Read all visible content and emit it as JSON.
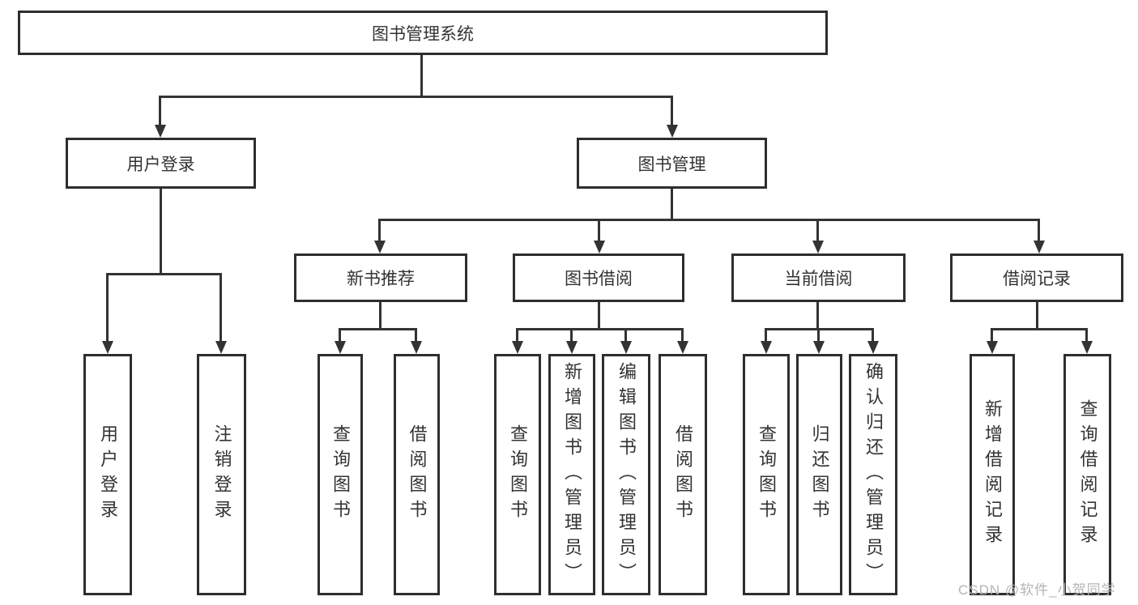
{
  "diagram": {
    "root": {
      "label": "图书管理系统"
    },
    "branches": {
      "user_login": {
        "label": "用户登录"
      },
      "book_mgmt": {
        "label": "图书管理"
      }
    },
    "modules": [
      {
        "label": "新书推荐"
      },
      {
        "label": "图书借阅"
      },
      {
        "label": "当前借阅"
      },
      {
        "label": "借阅记录"
      }
    ],
    "leaves": {
      "user": [
        "用户登录",
        "注销登录"
      ],
      "recommend": [
        "查询图书",
        "借阅图书"
      ],
      "borrow": [
        "查询图书",
        "新增图书（管理员）",
        "编辑图书（管理员）",
        "借阅图书"
      ],
      "current": [
        "查询图书",
        "归还图书",
        "确认归还（管理员）"
      ],
      "records": [
        "新增借阅记录",
        "查询借阅记录"
      ]
    },
    "colors": {
      "line": "#333333",
      "box_border": "#2e2e2e",
      "box_fill": "#ffffff",
      "text": "#333333",
      "watermark": "#b5b5b5"
    }
  },
  "watermark": "CSDN @软件_小贺同学"
}
